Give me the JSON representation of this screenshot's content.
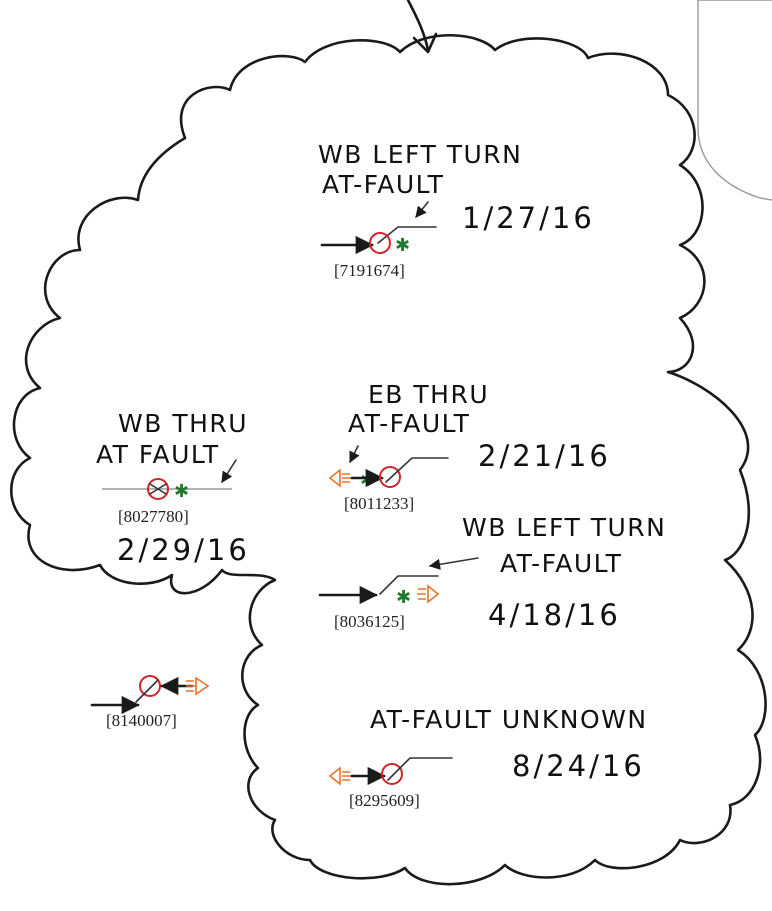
{
  "colors": {
    "ink": "#1a1a1a",
    "collision_circle": "#d2232a",
    "injury_marker": "#1f7a2e",
    "headlight_marker": "#e8732a",
    "line_grey": "#9a9a9a"
  },
  "notes": [
    {
      "id": "note-1",
      "lines": [
        "WB LEFT TURN",
        "AT-FAULT"
      ],
      "date": "1/27/16",
      "case": "[7191674]"
    },
    {
      "id": "note-2",
      "lines": [
        "EB THRU",
        "AT-FAULT"
      ],
      "date": "2/21/16",
      "case": "[8011233]"
    },
    {
      "id": "note-3",
      "lines": [
        "WB THRU",
        "AT FAULT"
      ],
      "date": "2/29/16",
      "case": "[8027780]"
    },
    {
      "id": "note-4",
      "lines": [
        "WB LEFT TURN",
        "AT-FAULT"
      ],
      "date": "4/18/16",
      "case": "[8036125]"
    },
    {
      "id": "note-5",
      "lines": [],
      "date": "",
      "case": "[8140007]"
    },
    {
      "id": "note-6",
      "lines": [
        "AT-FAULT UNKNOWN"
      ],
      "date": "8/24/16",
      "case": "[8295609]"
    }
  ],
  "icons": {
    "collision": "collision-circle-icon",
    "injury": "injury-asterisk-icon",
    "night": "headlight-icon",
    "direction": "arrow-icon"
  }
}
